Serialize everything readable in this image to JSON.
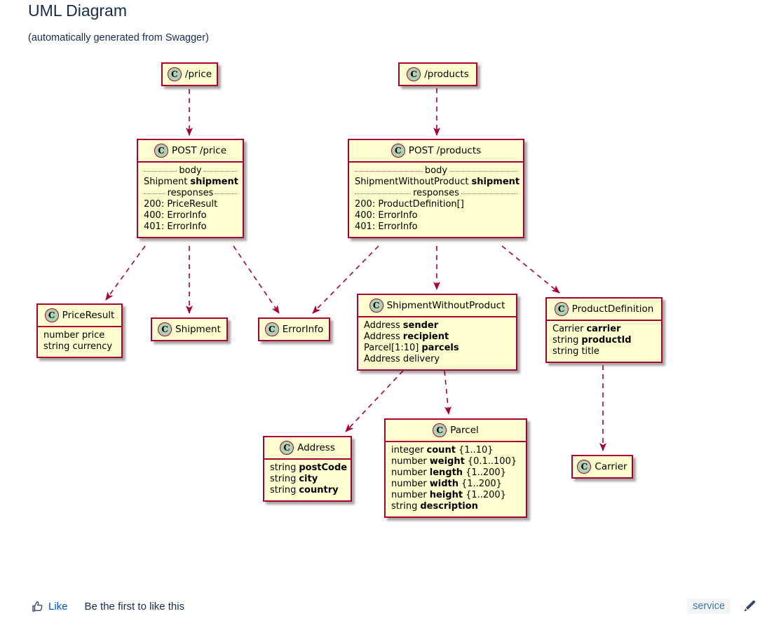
{
  "page": {
    "title": "UML Diagram",
    "subtitle": "(automatically generated from Swagger)"
  },
  "diagram": {
    "circle_letter": "C",
    "colors": {
      "box_fill": "#FEFECE",
      "box_border": "#A80036",
      "circle_fill": "#ADD1B2",
      "arrow": "#A80036"
    },
    "classes": {
      "price_endpoint": {
        "title": "/price"
      },
      "products_endpoint": {
        "title": "/products"
      },
      "post_price": {
        "title": "POST /price",
        "body_label": "body",
        "responses_label": "responses",
        "body_rows": [
          {
            "t": "Shipment",
            "n": "shipment"
          }
        ],
        "response_rows": [
          {
            "t": "200: PriceResult"
          },
          {
            "t": "400: ErrorInfo"
          },
          {
            "t": "401: ErrorInfo"
          }
        ]
      },
      "post_products": {
        "title": "POST /products",
        "body_label": "body",
        "responses_label": "responses",
        "body_rows": [
          {
            "t": "ShipmentWithoutProduct",
            "n": "shipment"
          }
        ],
        "response_rows": [
          {
            "t": "200: ProductDefinition[]"
          },
          {
            "t": "400: ErrorInfo"
          },
          {
            "t": "401: ErrorInfo"
          }
        ]
      },
      "price_result": {
        "title": "PriceResult",
        "rows": [
          {
            "t": "number price"
          },
          {
            "t": "string currency"
          }
        ]
      },
      "shipment": {
        "title": "Shipment"
      },
      "error_info": {
        "title": "ErrorInfo"
      },
      "shipment_without_product": {
        "title": "ShipmentWithoutProduct",
        "rows": [
          {
            "t": "Address",
            "n": "sender"
          },
          {
            "t": "Address",
            "n": "recipient"
          },
          {
            "t": "Parcel[1:10]",
            "n": "parcels"
          },
          {
            "t": "Address delivery"
          }
        ]
      },
      "product_definition": {
        "title": "ProductDefinition",
        "rows": [
          {
            "t": "Carrier",
            "n": "carrier"
          },
          {
            "t": "string",
            "n": "productId"
          },
          {
            "t": "string title"
          }
        ]
      },
      "address": {
        "title": "Address",
        "rows": [
          {
            "t": "string",
            "n": "postCode"
          },
          {
            "t": "string",
            "n": "city"
          },
          {
            "t": "string",
            "n": "country"
          }
        ]
      },
      "parcel": {
        "title": "Parcel",
        "rows": [
          {
            "t": "integer",
            "n": "count",
            "c": "{1..10}"
          },
          {
            "t": "number",
            "n": "weight",
            "c": "{0.1..100}"
          },
          {
            "t": "number",
            "n": "length",
            "c": "{1..200}"
          },
          {
            "t": "number",
            "n": "width",
            "c": "{1..200}"
          },
          {
            "t": "number",
            "n": "height",
            "c": "{1..200}"
          },
          {
            "t": "string",
            "n": "description"
          }
        ]
      },
      "carrier": {
        "title": "Carrier"
      }
    }
  },
  "footer": {
    "like_label": "Like",
    "like_prompt": "Be the first to like this",
    "tag_label": "service",
    "link_blue": "#0052CC",
    "tag_blue": "#3B73AF"
  }
}
